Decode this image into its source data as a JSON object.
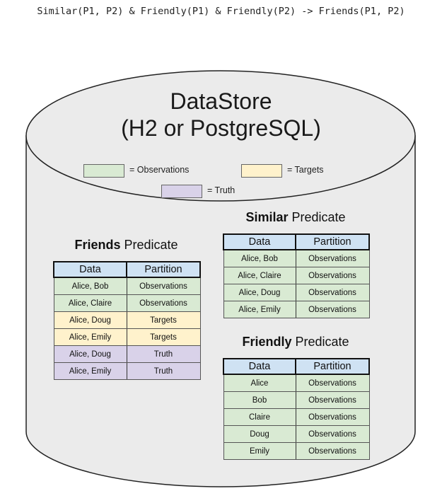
{
  "rule_text": "Similar(P1, P2) & Friendly(P1) & Friendly(P2) -> Friends(P1, P2)",
  "datastore": {
    "title_line1": "DataStore",
    "title_line2": "(H2 or PostgreSQL)"
  },
  "legend": {
    "observations": "= Observations",
    "targets": "= Targets",
    "truth": "= Truth"
  },
  "colors": {
    "observations": "#d9ead3",
    "targets": "#fff2cc",
    "truth": "#d9d2e9",
    "header": "#cfe2f3",
    "cylinder": "#ebebeb"
  },
  "headers": {
    "data": "Data",
    "partition": "Partition"
  },
  "friends": {
    "name": "Friends",
    "suffix": " Predicate",
    "rows": [
      {
        "data": "Alice, Bob",
        "partition": "Observations",
        "kind": "obs"
      },
      {
        "data": "Alice, Claire",
        "partition": "Observations",
        "kind": "obs"
      },
      {
        "data": "Alice, Doug",
        "partition": "Targets",
        "kind": "tgt"
      },
      {
        "data": "Alice, Emily",
        "partition": "Targets",
        "kind": "tgt"
      },
      {
        "data": "Alice, Doug",
        "partition": "Truth",
        "kind": "tru"
      },
      {
        "data": "Alice, Emily",
        "partition": "Truth",
        "kind": "tru"
      }
    ]
  },
  "similar": {
    "name": "Similar",
    "suffix": " Predicate",
    "rows": [
      {
        "data": "Alice, Bob",
        "partition": "Observations",
        "kind": "obs"
      },
      {
        "data": "Alice, Claire",
        "partition": "Observations",
        "kind": "obs"
      },
      {
        "data": "Alice, Doug",
        "partition": "Observations",
        "kind": "obs"
      },
      {
        "data": "Alice, Emily",
        "partition": "Observations",
        "kind": "obs"
      }
    ]
  },
  "friendly": {
    "name": "Friendly",
    "suffix": " Predicate",
    "rows": [
      {
        "data": "Alice",
        "partition": "Observations",
        "kind": "obs"
      },
      {
        "data": "Bob",
        "partition": "Observations",
        "kind": "obs"
      },
      {
        "data": "Claire",
        "partition": "Observations",
        "kind": "obs"
      },
      {
        "data": "Doug",
        "partition": "Observations",
        "kind": "obs"
      },
      {
        "data": "Emily",
        "partition": "Observations",
        "kind": "obs"
      }
    ]
  }
}
